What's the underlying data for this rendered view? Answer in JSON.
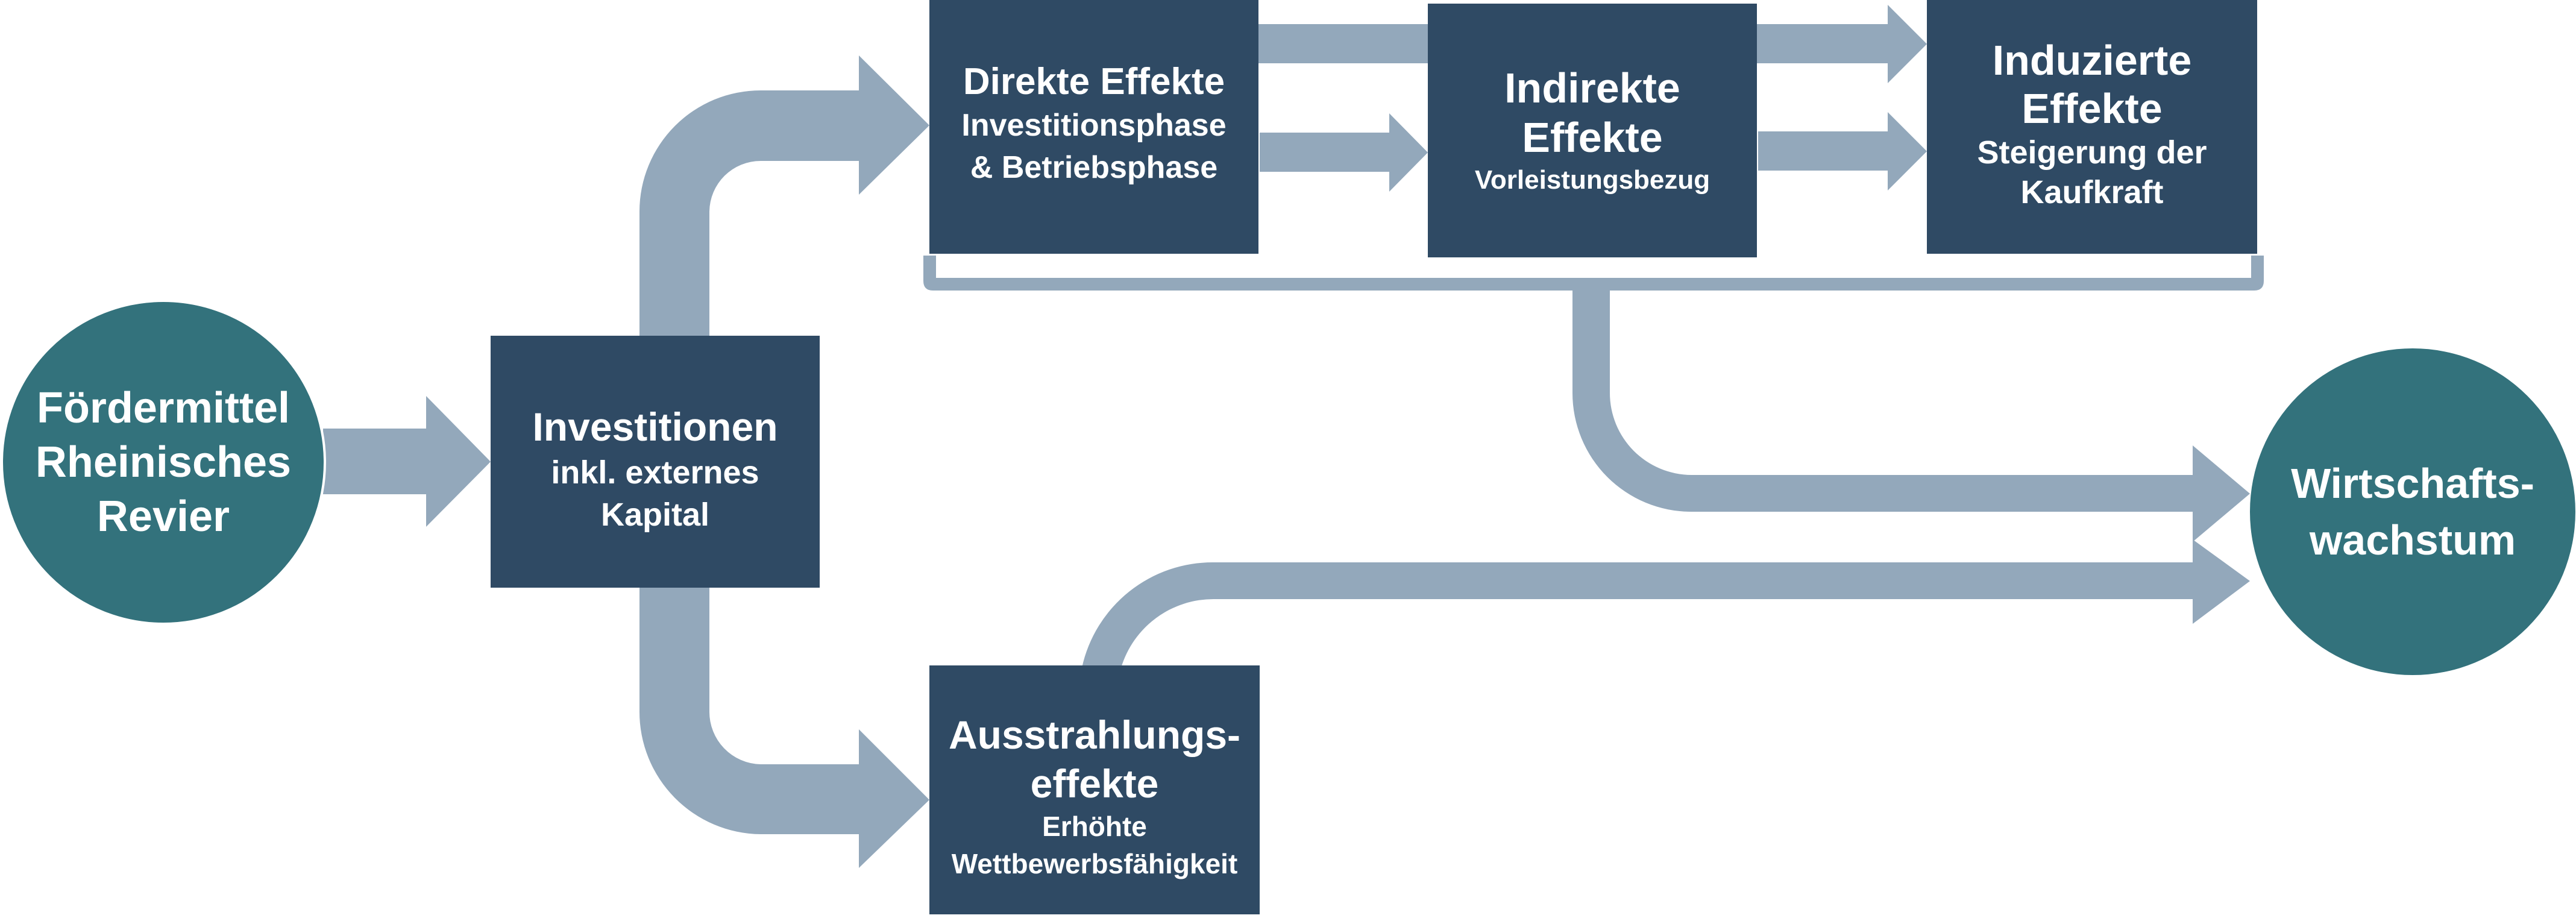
{
  "diagram": {
    "colors": {
      "circle": "#33727C",
      "box": "#2F4A64",
      "arrow": "#93A8BB",
      "text": "#FFFFFF"
    },
    "nodes": {
      "foerdermittel": {
        "shape": "circle",
        "lines": [
          "Fördermittel",
          "Rheinisches",
          "Revier"
        ]
      },
      "investitionen": {
        "shape": "box",
        "title": "Investitionen",
        "subtitle_lines": [
          "inkl. externes",
          "Kapital"
        ]
      },
      "direkte_effekte": {
        "shape": "box",
        "title": "Direkte Effekte",
        "subtitle_lines": [
          "Investitionsphase",
          "& Betriebsphase"
        ]
      },
      "indirekte_effekte": {
        "shape": "box",
        "title_lines": [
          "Indirekte",
          "Effekte"
        ],
        "subtitle": "Vorleistungsbezug"
      },
      "induzierte_effekte": {
        "shape": "box",
        "title_lines": [
          "Induzierte",
          "Effekte"
        ],
        "subtitle_lines": [
          "Steigerung der",
          "Kaufkraft"
        ]
      },
      "ausstrahlungseffekte": {
        "shape": "box",
        "title_lines": [
          "Ausstrahlungs-",
          "effekte"
        ],
        "subtitle_lines": [
          "Erhöhte",
          "Wettbewerbsfähigkeit"
        ]
      },
      "wirtschaftswachstum": {
        "shape": "circle",
        "lines": [
          "Wirtschafts-",
          "wachstum"
        ]
      }
    },
    "edges": [
      {
        "from": "foerdermittel",
        "to": "investitionen"
      },
      {
        "from": "investitionen",
        "to": "direkte_effekte"
      },
      {
        "from": "investitionen",
        "to": "ausstrahlungseffekte"
      },
      {
        "from": "direkte_effekte",
        "to": "indirekte_effekte",
        "count": 2
      },
      {
        "from": "indirekte_effekte",
        "to": "induzierte_effekte",
        "count": 2
      },
      {
        "from": "effects_group",
        "to": "wirtschaftswachstum",
        "note": "bracket groups Direkte, Indirekte and Induzierte Effekte"
      },
      {
        "from": "ausstrahlungseffekte",
        "to": "wirtschaftswachstum"
      }
    ]
  }
}
